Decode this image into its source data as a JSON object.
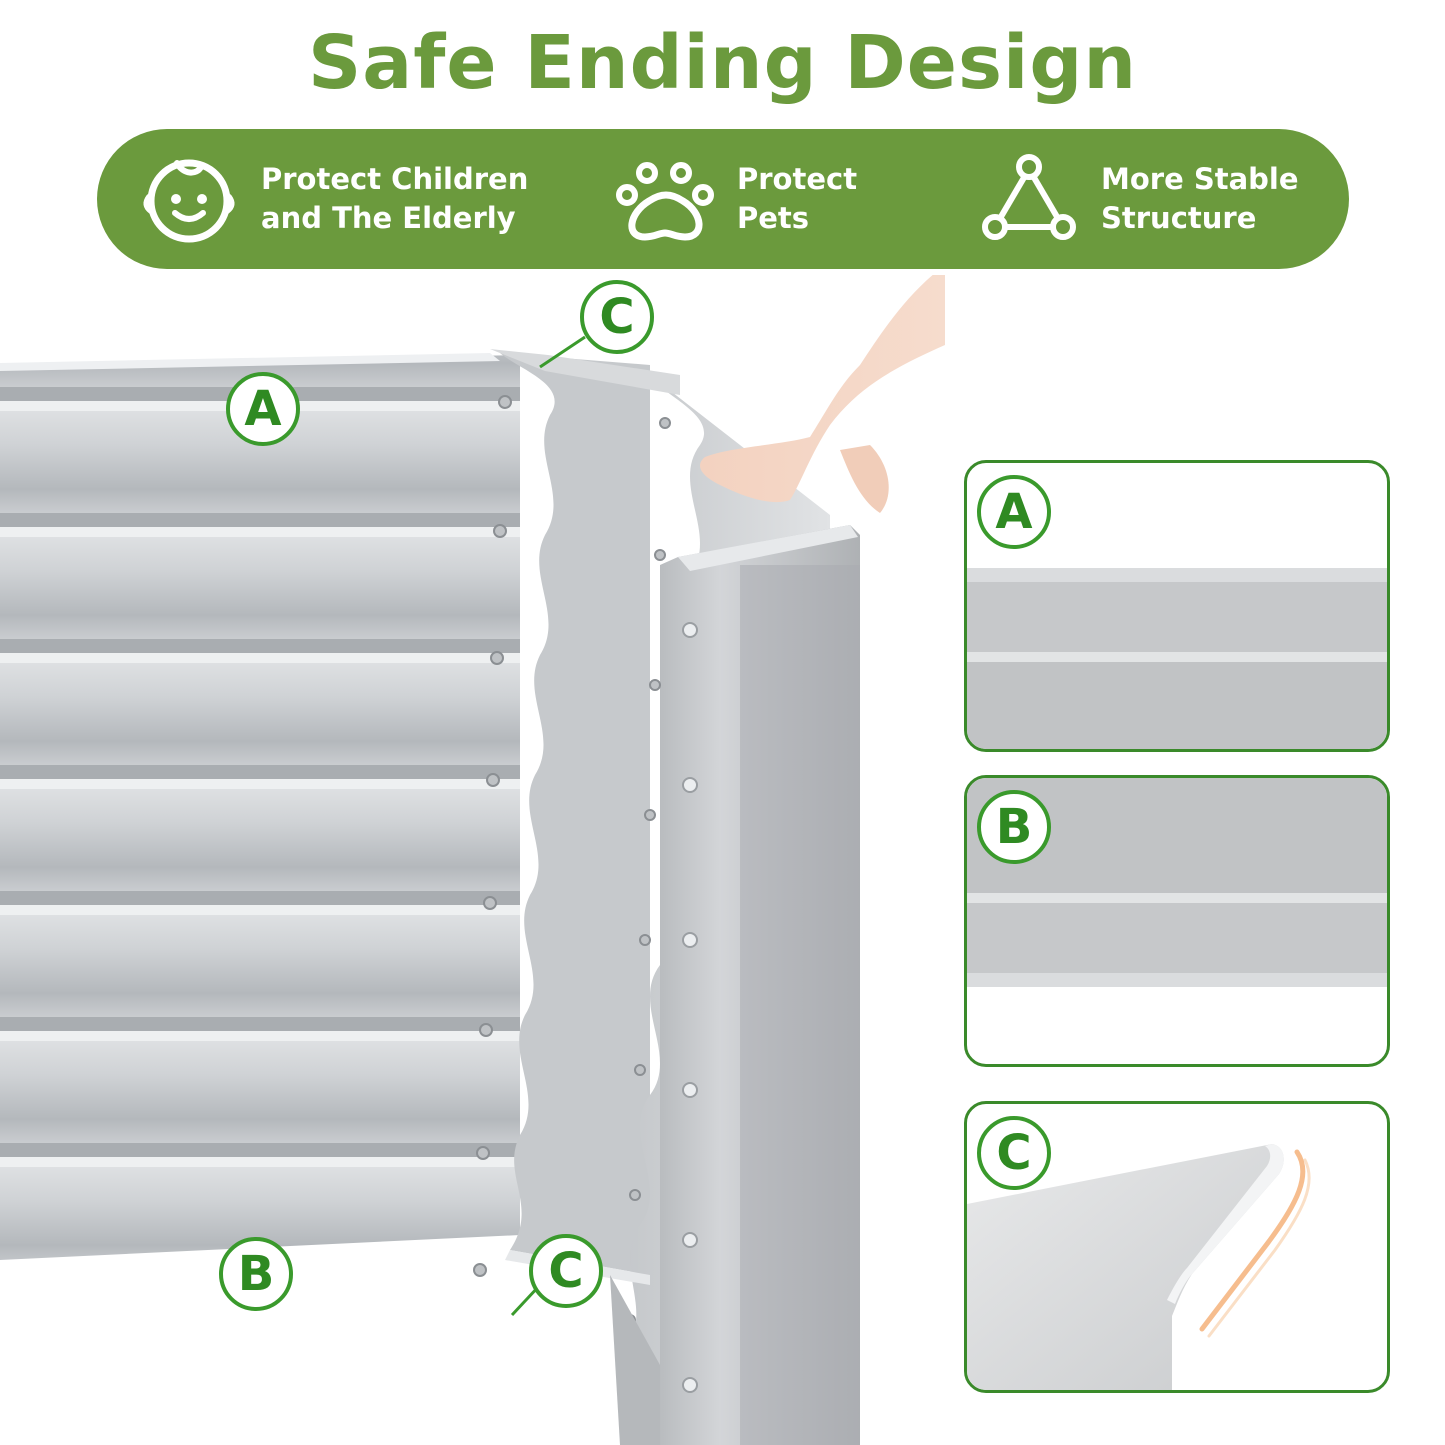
{
  "title": "Safe Ending Design",
  "features": [
    {
      "line1": "Protect Children",
      "line2": "and The Elderly",
      "icon": "baby-face-icon"
    },
    {
      "line1": "Protect",
      "line2": "Pets",
      "icon": "paw-icon"
    },
    {
      "line1": "More Stable",
      "line2": "Structure",
      "icon": "triangle-structure-icon"
    }
  ],
  "labels": {
    "a": "A",
    "b": "B",
    "c": "C"
  },
  "colors": {
    "brand_green": "#6b9a3d",
    "badge_green": "#3a9a2c",
    "metal": "#c9cbce"
  }
}
